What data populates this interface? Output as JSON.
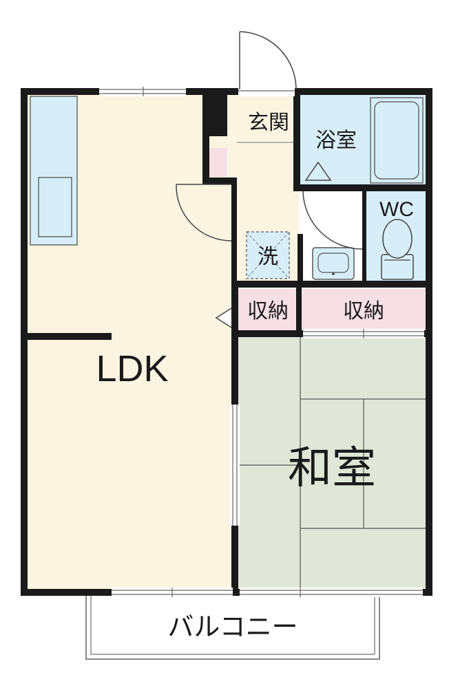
{
  "rooms": {
    "ldk": "LDK",
    "washitsu": "和室",
    "genkan": "玄関",
    "bath": "浴室",
    "wc": "WC",
    "washer": "洗",
    "storage_small": "収納",
    "storage_large": "収納",
    "balcony": "バルコニー"
  },
  "colors": {
    "floor_wood": "#faf4e1",
    "floor_tatami": "#e1e7d8",
    "wet_area": "#d7eef9",
    "storage": "#f7dfe6",
    "wall": "#1a1a1a"
  }
}
